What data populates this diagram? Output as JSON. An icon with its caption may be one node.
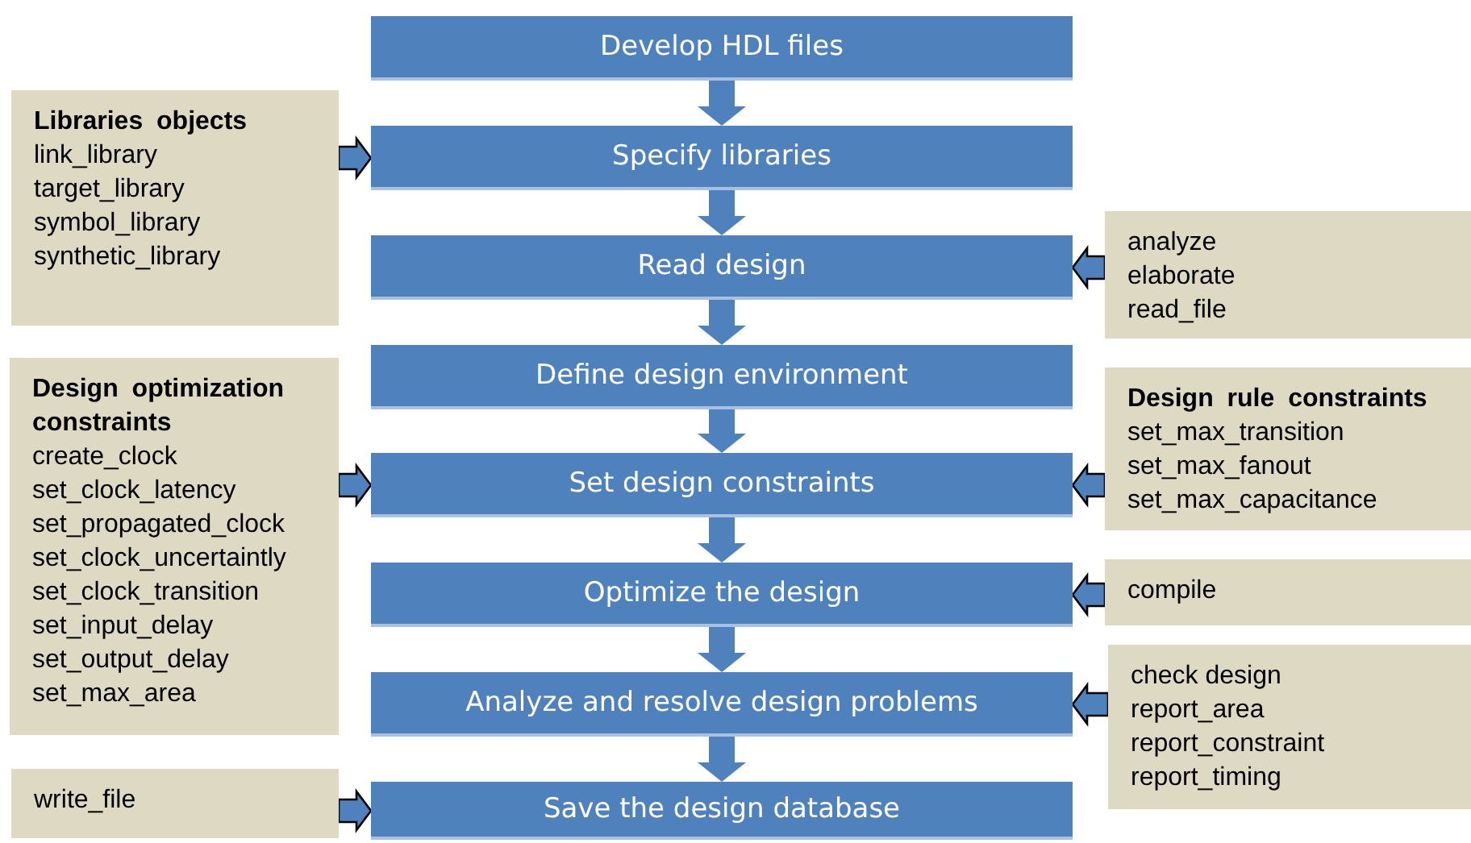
{
  "diagram": {
    "nodes": [
      {
        "text": [
          "Develop HDL files"
        ]
      },
      {
        "text": [
          "Specify libraries"
        ]
      },
      {
        "text": [
          "Read design"
        ]
      },
      {
        "text": [
          "Define design environment"
        ]
      },
      {
        "text": [
          "Set design constraints"
        ]
      },
      {
        "text": [
          "Optimize the design"
        ]
      },
      {
        "text": [
          "Analyze and resolve design problems"
        ]
      },
      {
        "text": [
          "Save the design database"
        ]
      },
      {
        "text": [
          "Libraries objects",
          "link_library",
          "target_library",
          "symbol_library",
          "synthetic_library"
        ]
      },
      {
        "text": [
          "analyze",
          "elaborate",
          "read_file"
        ]
      },
      {
        "text": [
          "Design optimization constraints",
          "create_clock",
          "set_clock_latency",
          "set_propagated_clock",
          "set_clock_uncertaintly",
          "set_clock_transition",
          "set_input_delay",
          "set_output_delay",
          "set_max_area"
        ]
      },
      {
        "text": [
          "Design rule constraints",
          "set_max_transition",
          "set_max_fanout",
          "set_max_capacitance"
        ]
      },
      {
        "text": [
          "compile"
        ]
      },
      {
        "text": [
          "check design",
          "report_area",
          "report_constraint",
          "report_timing"
        ]
      },
      {
        "text": [
          "write_file"
        ]
      }
    ],
    "edges": [
      {
        "from": 0,
        "to": 1,
        "arrow": "to"
      },
      {
        "from": 1,
        "to": 2,
        "arrow": "to"
      },
      {
        "from": 2,
        "to": 3,
        "arrow": "to"
      },
      {
        "from": 3,
        "to": 4,
        "arrow": "to"
      },
      {
        "from": 4,
        "to": 5,
        "arrow": "to"
      },
      {
        "from": 5,
        "to": 6,
        "arrow": "to"
      },
      {
        "from": 6,
        "to": 7,
        "arrow": "to"
      },
      {
        "from": 8,
        "to": 1,
        "arrow": "to"
      },
      {
        "from": 9,
        "to": 2,
        "arrow": "to"
      },
      {
        "from": 10,
        "to": 4,
        "arrow": "to"
      },
      {
        "from": 11,
        "to": 4,
        "arrow": "to"
      },
      {
        "from": 12,
        "to": 5,
        "arrow": "to"
      },
      {
        "from": 13,
        "to": 6,
        "arrow": "to"
      },
      {
        "from": 14,
        "to": 7,
        "arrow": "to"
      }
    ]
  }
}
